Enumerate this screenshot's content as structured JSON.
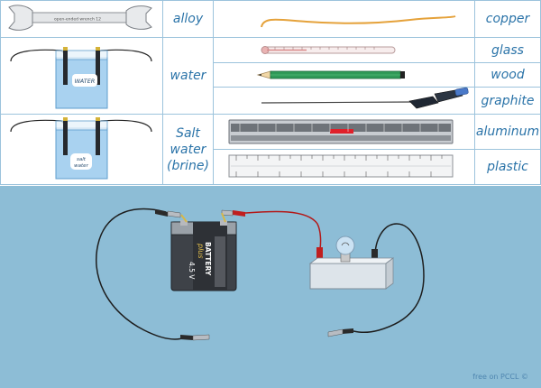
{
  "materials": {
    "rows": [
      {
        "sample": "alloy",
        "items": [
          {
            "object": "copper wire",
            "material": "copper"
          }
        ]
      },
      {
        "sample": "water",
        "beaker_label": "WATER",
        "items": [
          {
            "object": "thermometer",
            "material": "glass"
          },
          {
            "object": "pencil",
            "material": "wood"
          },
          {
            "object": "mechanical pencil",
            "material": "graphite"
          }
        ]
      },
      {
        "sample": "Salt water (brine)",
        "sample_lines": [
          "Salt",
          "water",
          "(brine)"
        ],
        "beaker_label": "salt water",
        "beaker_lines": [
          "salt",
          "water"
        ],
        "items": [
          {
            "object": "metal ruler",
            "material": "aluminum"
          },
          {
            "object": "plastic ruler",
            "material": "plastic"
          }
        ]
      }
    ],
    "wrench_text": "open-ended wrench 12"
  },
  "circuit": {
    "battery": {
      "brand": "BATTERY",
      "brand_sub": "plus",
      "voltage": "4.5 V"
    }
  },
  "credit": "free on PCCL ©",
  "colors": {
    "bench": "#8dbdd6",
    "labels": "#2a73a8",
    "grid": "#9cc3dc"
  }
}
